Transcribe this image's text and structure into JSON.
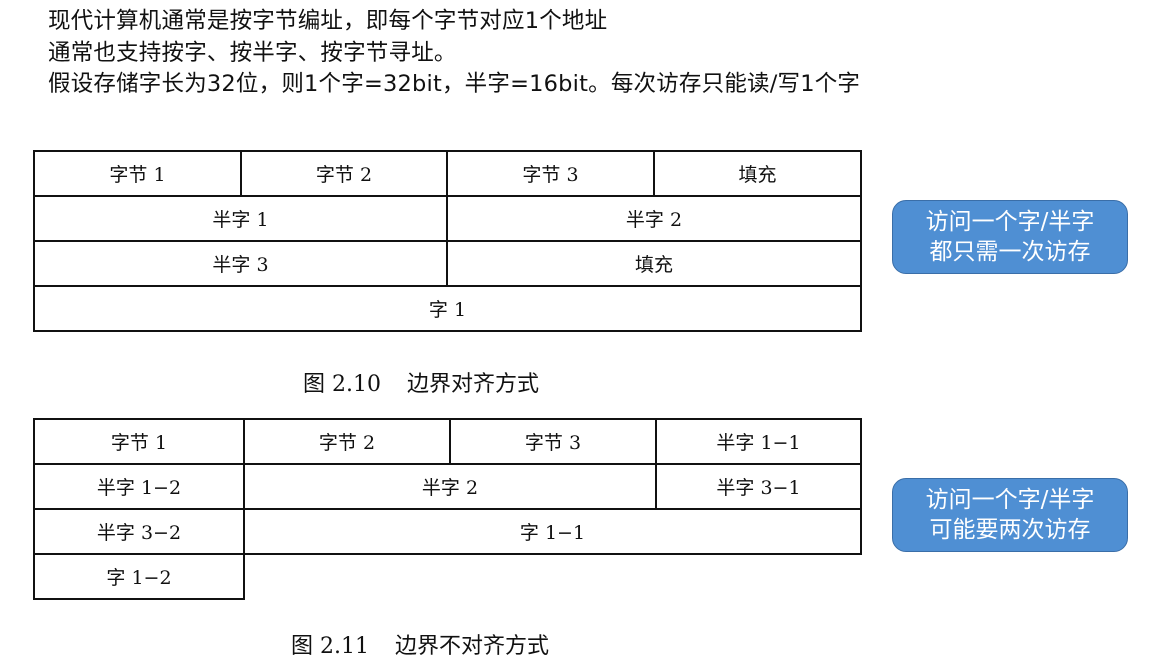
{
  "intro": {
    "lines": [
      "现代计算机通常是按字节编址，即每个字节对应1个地址",
      "通常也支持按字、按半字、按字节寻址。",
      "假设存储字长为32位，则1个字=32bit，半字=16bit。每次访存只能读/写1个字"
    ]
  },
  "figure1": {
    "rows": [
      [
        "字节 1",
        "字节 2",
        "字节 3",
        "填充"
      ],
      [
        "半字 1",
        "半字 2"
      ],
      [
        "半字 3",
        "填充"
      ],
      [
        "字 1"
      ]
    ],
    "caption_num": "图 2.10",
    "caption_text": "边界对齐方式",
    "callout": [
      "访问一个字/半字",
      "都只需一次访存"
    ]
  },
  "figure2": {
    "rows": [
      [
        "字节 1",
        "字节 2",
        "字节 3",
        "半字 1−1"
      ],
      [
        "半字 1−2",
        "半字 2",
        "半字 3−1"
      ],
      [
        "半字 3−2",
        "字 1−1"
      ],
      [
        "字 1−2"
      ]
    ],
    "caption_num": "图 2.11",
    "caption_text": "边界不对齐方式",
    "callout": [
      "访问一个字/半字",
      "可能要两次访存"
    ]
  },
  "colors": {
    "callout_fill": "#4f8fd3",
    "callout_border": "#3a6ea8",
    "line": "#111111"
  }
}
